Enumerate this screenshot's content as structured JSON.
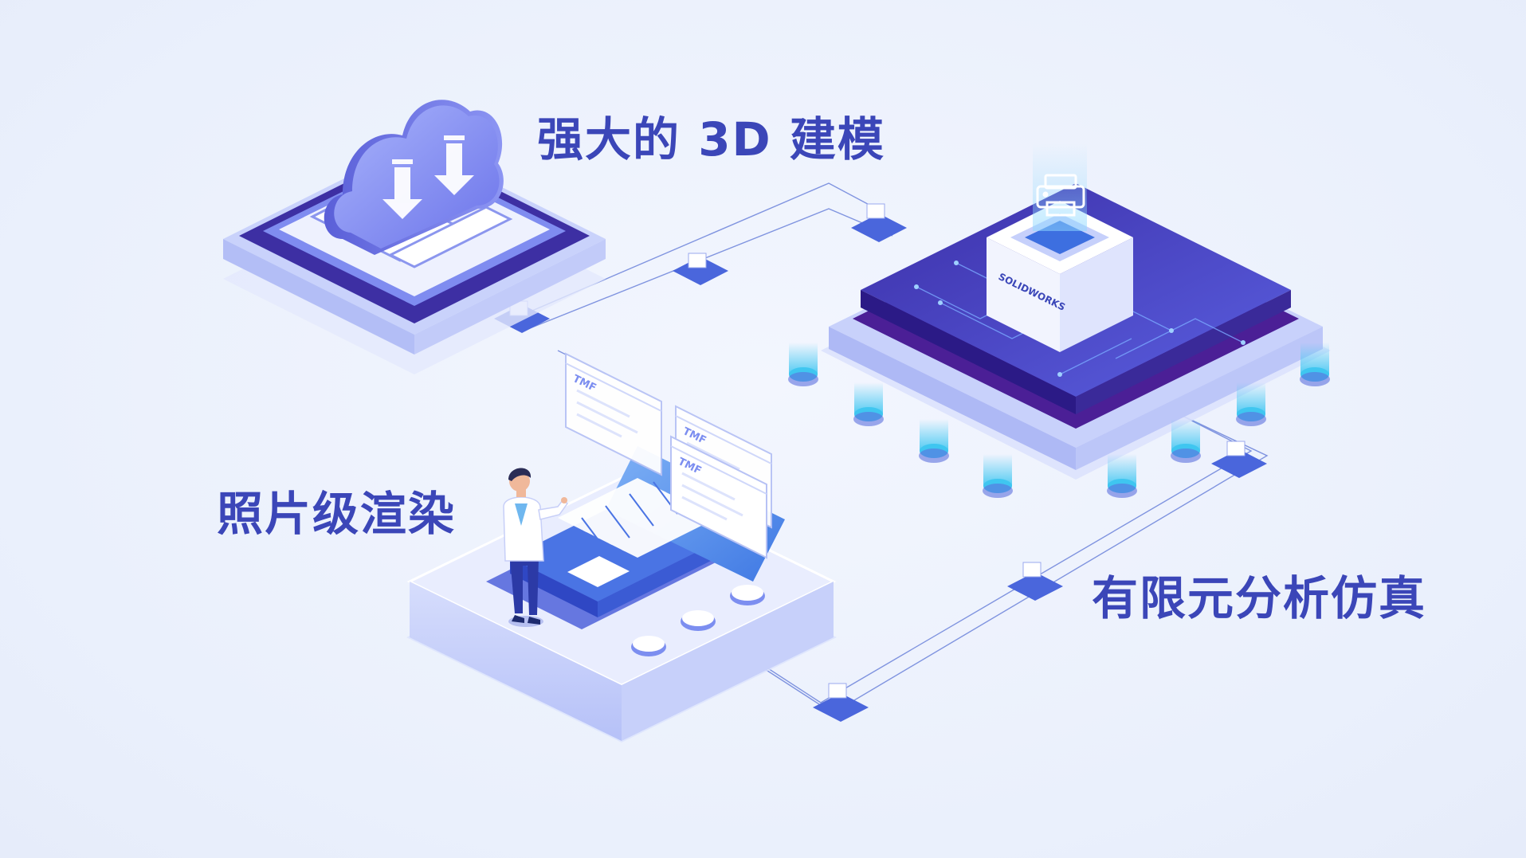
{
  "features": [
    {
      "id": "modeling",
      "label": "强大的 3D 建模"
    },
    {
      "id": "render",
      "label": "照片级渲染"
    },
    {
      "id": "fea",
      "label": "有限元分析仿真"
    }
  ],
  "server_box_label": "SOLIDWORKS",
  "file_windows": [
    {
      "title": "TMF"
    },
    {
      "title": "TMF"
    },
    {
      "title": "TMF"
    }
  ],
  "colors": {
    "label_text": "#3b46b8",
    "deep_purple": "#3a2fa0",
    "mid_blue": "#6a78e8",
    "light_blue": "#c9d3fb",
    "glow_cyan": "#5fd4f4",
    "background": "#eef2fc"
  },
  "icons": [
    "cloud-download-icon",
    "printer-icon",
    "laptop-icon",
    "person-figure",
    "file-window-icon"
  ]
}
